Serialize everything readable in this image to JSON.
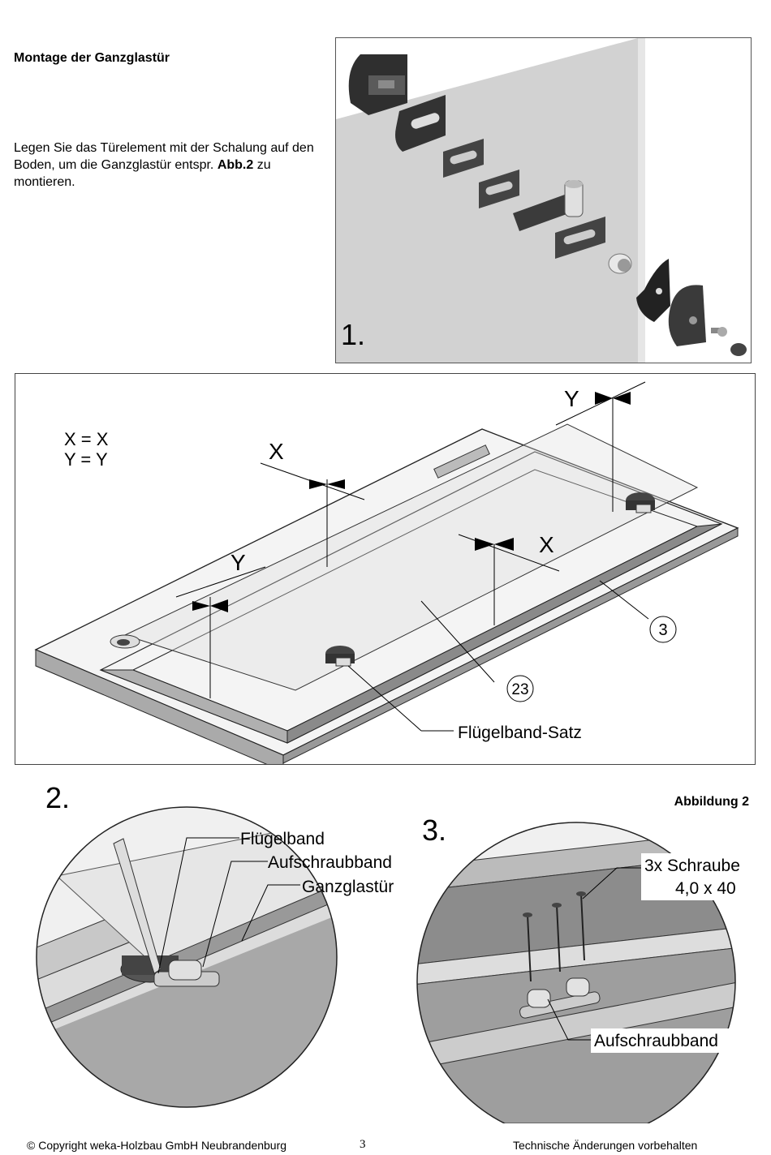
{
  "heading": "Montage der Ganzglastür",
  "intro": {
    "text_before": "Legen Sie das Türelement mit der Schalung auf den Boden, um die Ganzglastür entspr.",
    "ref_bold": "Abb.2",
    "text_after": " zu montieren."
  },
  "figure1": {
    "step": "1."
  },
  "main_figure": {
    "equations": [
      "X = X",
      "Y = Y"
    ],
    "dim_labels": {
      "x_upper": "X",
      "x_lower": "X",
      "y_left": "Y",
      "y_right": "Y"
    },
    "callouts": {
      "part3": "3",
      "part23": "23",
      "hinge_set": "Flügelband-Satz"
    }
  },
  "figure2": {
    "step": "2.",
    "labels": [
      "Flügelband",
      "Aufschraubband",
      "Ganzglastür"
    ]
  },
  "figure3": {
    "step": "3.",
    "labels": {
      "screws_line1": "3x Schraube",
      "screws_line2": "4,0 x 40",
      "part": "Aufschraubband"
    }
  },
  "figure_caption": "Abbildung 2",
  "footer": {
    "copyright": "© Copyright weka-Holzbau GmbH Neubrandenburg",
    "page": "3",
    "notice": "Technische Änderungen vorbehalten"
  },
  "colors": {
    "frame_gray": "#9a9a9a",
    "glass_gray": "#cfcfcf",
    "dark_part": "#3a3a3a",
    "floor_gray": "#bdbdbd"
  }
}
